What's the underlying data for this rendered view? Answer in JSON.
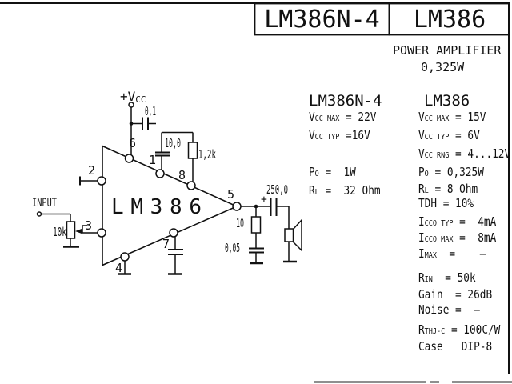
{
  "header": {
    "title_left": "LM386N-4",
    "title_right": "LM386",
    "subtitle_line1": "POWER AMPLIFIER",
    "subtitle_line2": "0,325W"
  },
  "schematic": {
    "supply_label": "+V",
    "supply_label_sub": "CC",
    "input_label": "INPUT",
    "ic_label": "LM386",
    "pins": [
      "1",
      "2",
      "3",
      "4",
      "5",
      "6",
      "7",
      "8"
    ],
    "components": {
      "bypass_cap": "0,1",
      "feedback_cap": "10,0",
      "feedback_resistor": "1,2k",
      "input_pot": "10k",
      "output_cap": "250,0",
      "output_cap_polarity": "+",
      "zobel_resistor": "10",
      "zobel_cap": "0,05"
    }
  },
  "specs_left": {
    "title": "LM386N-4",
    "rows": [
      {
        "pre": "V",
        "sub": "CC MAX",
        "post": " = 22V"
      },
      {
        "pre": "V",
        "sub": "CC TYP",
        "post": " =16V"
      },
      {
        "pre": "P",
        "sub": "O",
        "post": " =  1W"
      },
      {
        "pre": "R",
        "sub": "L",
        "post": " =  32 Ohm"
      }
    ]
  },
  "specs_right": {
    "title": "LM386",
    "rows": [
      {
        "pre": "V",
        "sub": "CC MAX",
        "post": " = 15V"
      },
      {
        "pre": "V",
        "sub": "CC TYP",
        "post": " = 6V"
      },
      {
        "pre": "V",
        "sub": "CC RNG",
        "post": " = 4...12V"
      },
      {
        "pre": "P",
        "sub": "O",
        "post": " = 0,325W"
      },
      {
        "pre": "R",
        "sub": "L",
        "post": " = 8 Ohm"
      },
      {
        "pre": "TDH",
        "sub": "",
        "post": " = 10%"
      },
      {
        "pre": "I",
        "sub": "CCO TYP",
        "post": " =  4mA"
      },
      {
        "pre": "I",
        "sub": "CCO MAX",
        "post": " =  8mA"
      },
      {
        "pre": "I",
        "sub": "MAX",
        "post": "  =    –"
      },
      {
        "pre": "R",
        "sub": "IN",
        "post": "  = 50k"
      },
      {
        "pre": "Gain",
        "sub": "",
        "post": "  = 26dB"
      },
      {
        "pre": "Noise",
        "sub": "",
        "post": " =  –"
      },
      {
        "pre": "R",
        "sub": "THJ-C",
        "post": " = 100C/W"
      },
      {
        "pre": "Case",
        "sub": "",
        "post": "   DIP-8"
      }
    ]
  },
  "colors": {
    "ink": "#111111",
    "bottom_rule": "#8f8f8f",
    "background": "#ffffff"
  }
}
